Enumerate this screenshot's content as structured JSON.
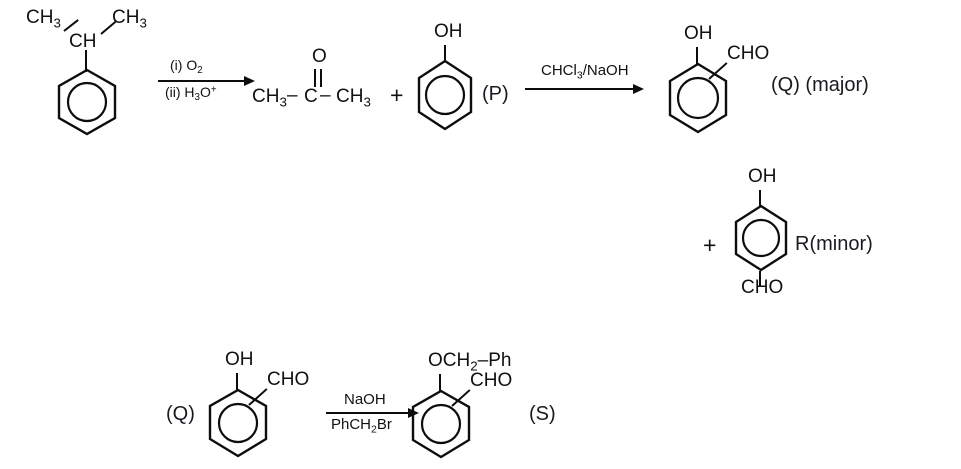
{
  "scheme": {
    "title": "Cumene process and Reimer-Tiemann / Williamson ether synthesis scheme",
    "background_color": "#ffffff",
    "ink_color": "#0d0d0d"
  },
  "step1": {
    "reactant": {
      "name": "cumene",
      "methyl_left": "CH3",
      "methyl_right": "CH3",
      "methine": "CH"
    },
    "arrow": {
      "above": "(i) O2",
      "below": "(ii) H3O+"
    },
    "product_ketone": {
      "name": "acetone",
      "left_group": "CH3",
      "carbonyl_carbon": "C",
      "carbonyl_oxygen": "O",
      "right_group": "CH3",
      "bond_left": "–",
      "bond_right": "–"
    },
    "plus": "+",
    "product_phenol": {
      "name": "phenol",
      "substituent": "OH",
      "tag": "(P)"
    }
  },
  "step2": {
    "arrow": {
      "above": "CHCl3/NaOH",
      "below": ""
    },
    "major_product": {
      "name": "salicylaldehyde",
      "substituent_top": "OH",
      "substituent_ortho": "CHO",
      "tag": "(Q) (major)"
    },
    "plus": "+",
    "minor_product": {
      "name": "4-hydroxybenzaldehyde",
      "substituent_top": "OH",
      "substituent_para": "CHO",
      "tag": "R(minor)"
    }
  },
  "step3": {
    "reactant": {
      "name": "salicylaldehyde",
      "tag": "(Q)",
      "substituent_top": "OH",
      "substituent_ortho": "CHO"
    },
    "arrow": {
      "above": "NaOH",
      "below": "PhCH2Br"
    },
    "product": {
      "name": "O-benzyl salicylaldehyde",
      "substituent_top": "OCH2–Ph",
      "substituent_ortho": "CHO",
      "tag": "(S)"
    }
  }
}
